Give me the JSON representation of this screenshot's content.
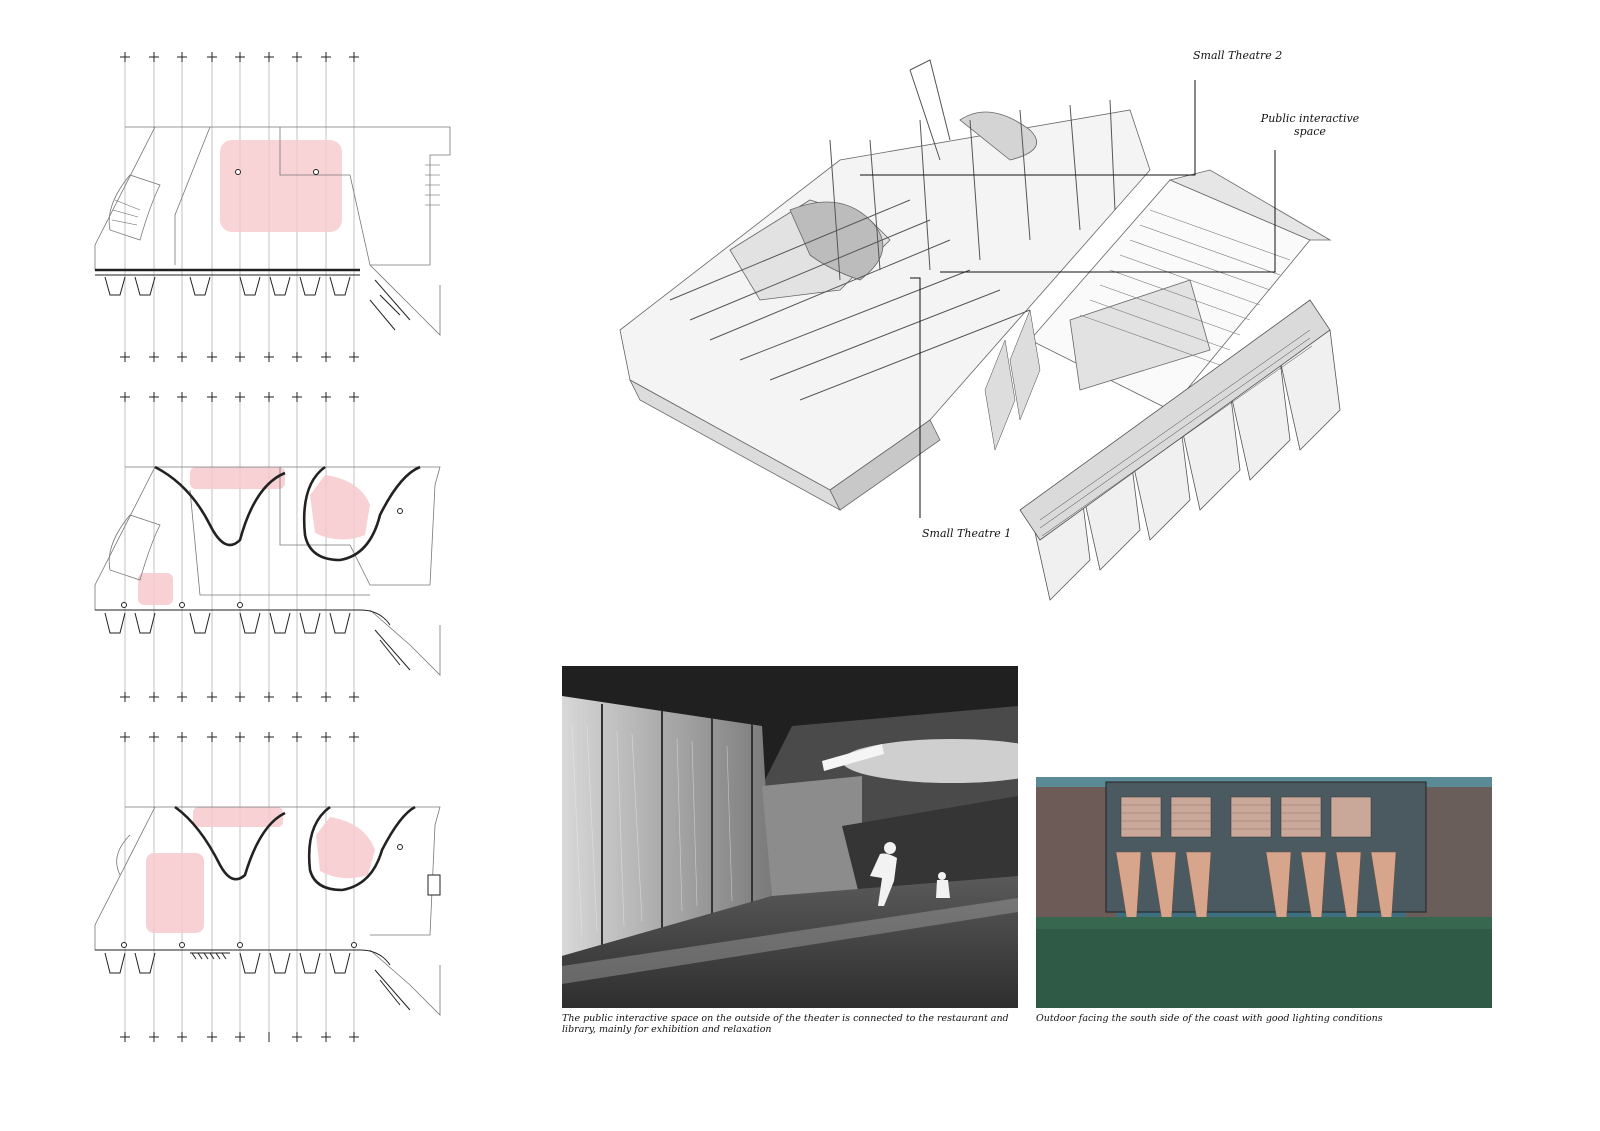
{
  "axonometric": {
    "labels": {
      "small_theatre_2": "Small Theatre 2",
      "public_space_line1": "Public interactive",
      "public_space_line2": "space",
      "small_theatre_1": "Small Theatre 1"
    }
  },
  "renders": {
    "interior_caption": "The public interactive space on the outside of the theater is connected to the restaurant and library, mainly for exhibition and relaxation",
    "exterior_caption": "Outdoor facing the south side of the coast with good lighting conditions"
  },
  "colors": {
    "highlight_pink": "#f6c9cc",
    "line_dark": "#222222",
    "line_light": "#9a9a9a",
    "grass": "#2f5a45",
    "sky": "#3e6f7e",
    "timber": "#d7a58c"
  }
}
